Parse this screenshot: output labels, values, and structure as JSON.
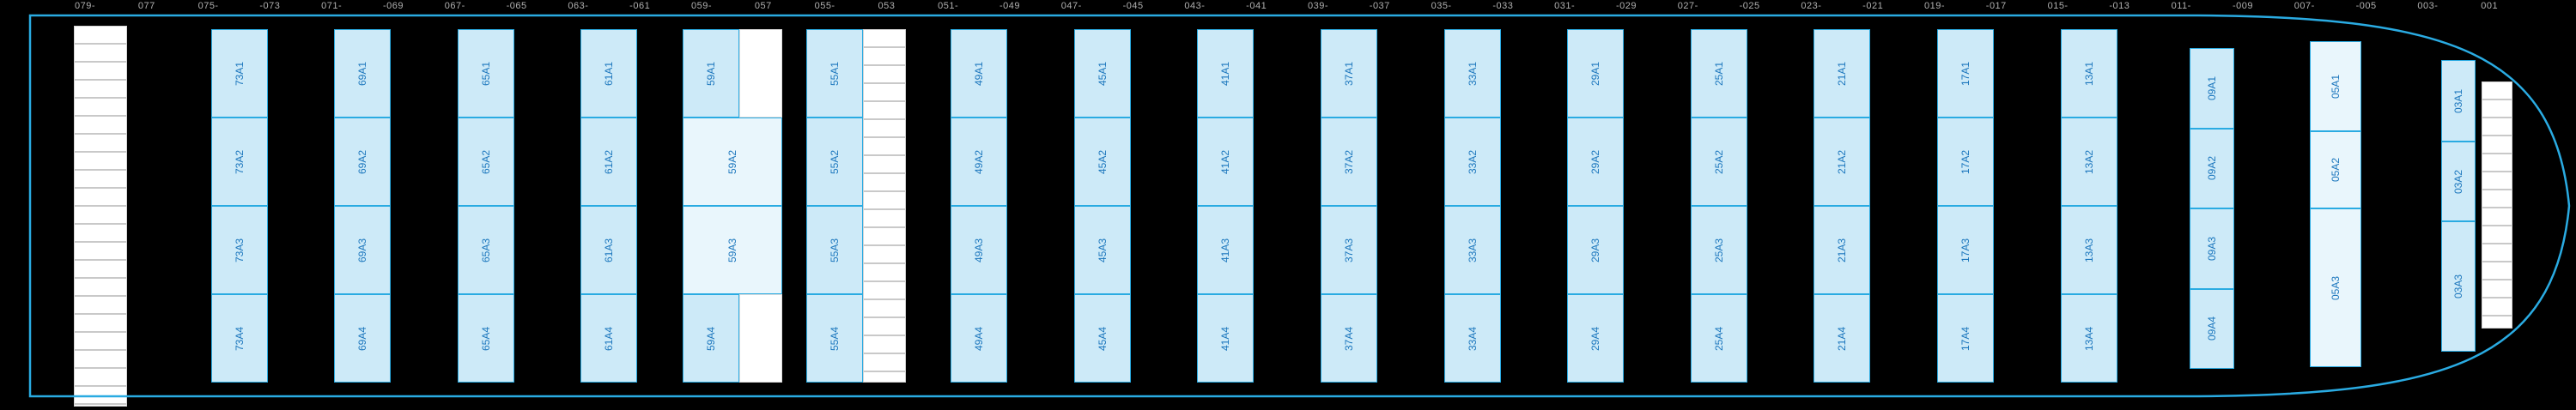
{
  "app": {
    "name": "vessel-deck-stowage-plan"
  },
  "colors": {
    "background": "#000000",
    "hull": "#2aabe2",
    "cell_fill": "#cdeaf8",
    "cell_fill_light": "#e9f6fc",
    "cell_border": "#2aabe2",
    "cell_text": "#1b76bd",
    "ladder_fill": "#ffffff",
    "ladder_rung": "#c9c9c9",
    "tick_text": "#b0b0b0"
  },
  "ruler": {
    "ticks": [
      "079-",
      "077",
      "075-",
      "-073",
      "071-",
      "-069",
      "067-",
      "-065",
      "063-",
      "-061",
      "059-",
      "057",
      "055-",
      "053",
      "051-",
      "-049",
      "047-",
      "-045",
      "043-",
      "-041",
      "039-",
      "-037",
      "035-",
      "-033",
      "031-",
      "-029",
      "027-",
      "-025",
      "023-",
      "-021",
      "019-",
      "-017",
      "015-",
      "-013",
      "011-",
      "-009",
      "007-",
      "-005",
      "003-",
      "001"
    ]
  },
  "structures": [
    {
      "name": "stern-walkway",
      "type": "ladder"
    },
    {
      "name": "bow-walkway",
      "type": "ladder"
    }
  ],
  "bays": [
    {
      "id": "73",
      "slot": 2,
      "variant": "standard",
      "cells": [
        {
          "label": "73A1"
        },
        {
          "label": "73A2"
        },
        {
          "label": "73A3"
        },
        {
          "label": "73A4"
        }
      ]
    },
    {
      "id": "69",
      "slot": 4,
      "variant": "standard",
      "cells": [
        {
          "label": "69A1"
        },
        {
          "label": "69A2"
        },
        {
          "label": "69A3"
        },
        {
          "label": "69A4"
        }
      ]
    },
    {
      "id": "65",
      "slot": 6,
      "variant": "standard",
      "cells": [
        {
          "label": "65A1"
        },
        {
          "label": "65A2"
        },
        {
          "label": "65A3"
        },
        {
          "label": "65A4"
        }
      ]
    },
    {
      "id": "61",
      "slot": 8,
      "variant": "standard",
      "cells": [
        {
          "label": "61A1"
        },
        {
          "label": "61A2"
        },
        {
          "label": "61A3"
        },
        {
          "label": "61A4"
        }
      ]
    },
    {
      "id": "59",
      "slot": 10,
      "variant": "end-blocks",
      "cells": [
        {
          "label": "59A1"
        },
        {
          "label": "59A2",
          "wide": true,
          "light": true
        },
        {
          "label": "59A3",
          "wide": true,
          "light": true
        },
        {
          "label": "59A4"
        }
      ]
    },
    {
      "id": "55",
      "slot": 12,
      "variant": "ladder-right",
      "cells": [
        {
          "label": "55A1"
        },
        {
          "label": "55A2"
        },
        {
          "label": "55A3"
        },
        {
          "label": "55A4"
        }
      ]
    },
    {
      "id": "49",
      "slot": 14,
      "variant": "standard",
      "cells": [
        {
          "label": "49A1"
        },
        {
          "label": "49A2"
        },
        {
          "label": "49A3"
        },
        {
          "label": "49A4"
        }
      ]
    },
    {
      "id": "45",
      "slot": 16,
      "variant": "standard",
      "cells": [
        {
          "label": "45A1"
        },
        {
          "label": "45A2"
        },
        {
          "label": "45A3"
        },
        {
          "label": "45A4"
        }
      ]
    },
    {
      "id": "41",
      "slot": 18,
      "variant": "standard",
      "cells": [
        {
          "label": "41A1"
        },
        {
          "label": "41A2"
        },
        {
          "label": "41A3"
        },
        {
          "label": "41A4"
        }
      ]
    },
    {
      "id": "37",
      "slot": 20,
      "variant": "standard",
      "cells": [
        {
          "label": "37A1"
        },
        {
          "label": "37A2"
        },
        {
          "label": "37A3"
        },
        {
          "label": "37A4"
        }
      ]
    },
    {
      "id": "33",
      "slot": 22,
      "variant": "standard",
      "cells": [
        {
          "label": "33A1"
        },
        {
          "label": "33A2"
        },
        {
          "label": "33A3"
        },
        {
          "label": "33A4"
        }
      ]
    },
    {
      "id": "29",
      "slot": 24,
      "variant": "standard",
      "cells": [
        {
          "label": "29A1"
        },
        {
          "label": "29A2"
        },
        {
          "label": "29A3"
        },
        {
          "label": "29A4"
        }
      ]
    },
    {
      "id": "25",
      "slot": 26,
      "variant": "standard",
      "cells": [
        {
          "label": "25A1"
        },
        {
          "label": "25A2"
        },
        {
          "label": "25A3"
        },
        {
          "label": "25A4"
        }
      ]
    },
    {
      "id": "21",
      "slot": 28,
      "variant": "standard",
      "cells": [
        {
          "label": "21A1"
        },
        {
          "label": "21A2"
        },
        {
          "label": "21A3"
        },
        {
          "label": "21A4"
        }
      ]
    },
    {
      "id": "17",
      "slot": 30,
      "variant": "standard",
      "cells": [
        {
          "label": "17A1"
        },
        {
          "label": "17A2"
        },
        {
          "label": "17A3"
        },
        {
          "label": "17A4"
        }
      ]
    },
    {
      "id": "13",
      "slot": 32,
      "variant": "standard",
      "cells": [
        {
          "label": "13A1"
        },
        {
          "label": "13A2"
        },
        {
          "label": "13A3"
        },
        {
          "label": "13A4"
        }
      ]
    },
    {
      "id": "09",
      "slot": 34,
      "variant": "tapered",
      "cells": [
        {
          "label": "09A1"
        },
        {
          "label": "09A2"
        },
        {
          "label": "09A3"
        },
        {
          "label": "09A4"
        }
      ]
    },
    {
      "id": "05",
      "slot": 36,
      "variant": "tall-3",
      "cells": [
        {
          "label": "05A1",
          "light": true
        },
        {
          "label": "05A2",
          "light": true
        },
        {
          "label": "05A3",
          "light": true
        }
      ]
    },
    {
      "id": "03",
      "slot": 38,
      "variant": "narrow-3",
      "cells": [
        {
          "label": "03A1"
        },
        {
          "label": "03A2"
        },
        {
          "label": "03A3"
        }
      ]
    }
  ]
}
